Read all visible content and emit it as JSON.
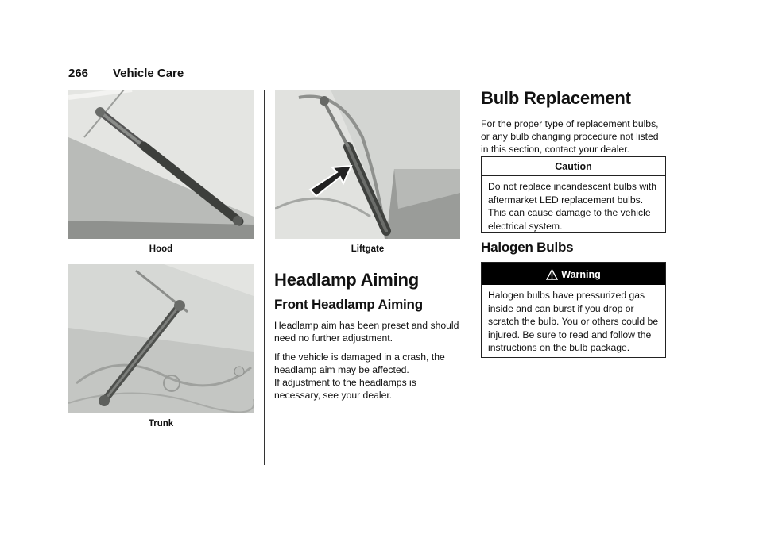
{
  "header": {
    "page_number": "266",
    "section": "Vehicle Care"
  },
  "figures": {
    "hood": {
      "caption": "Hood"
    },
    "trunk": {
      "caption": "Trunk"
    },
    "liftgate": {
      "caption": "Liftgate"
    }
  },
  "headlamp": {
    "heading": "Headlamp Aiming",
    "subheading": "Front Headlamp Aiming",
    "paragraphs": [
      "Headlamp aim has been preset and should need no further adjustment.",
      "If the vehicle is damaged in a crash, the headlamp aim may be affected.",
      "If adjustment to the headlamps is necessary, see your dealer."
    ]
  },
  "bulb": {
    "heading": "Bulb Replacement",
    "intro": "For the proper type of replacement bulbs, or any bulb changing procedure not listed in this section, contact your dealer.",
    "caution": {
      "title": "Caution",
      "text": "Do not replace incandescent bulbs with aftermarket LED replacement bulbs. This can cause damage to the vehicle electrical system."
    },
    "halogen_heading": "Halogen Bulbs",
    "warning": {
      "title": "Warning",
      "text": "Halogen bulbs have pressurized gas inside and can burst if you drop or scratch the bulb. You or others could be injured. Be sure to read and follow the instructions on the bulb package."
    }
  }
}
